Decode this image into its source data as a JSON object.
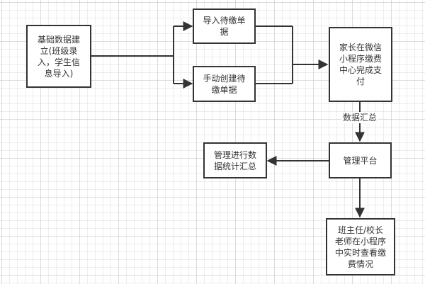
{
  "diagram": {
    "type": "flowchart",
    "nodes": [
      {
        "id": "base_data",
        "label": "基础数据建立(班级录入，学生信息导入)"
      },
      {
        "id": "import_bills",
        "label": "导入待缴单据"
      },
      {
        "id": "manual_bills",
        "label": "手动创建待缴单据"
      },
      {
        "id": "parent_pay",
        "label": "家长在微信小程序缴费中心完成支付"
      },
      {
        "id": "mgmt_platform",
        "label": "管理平台"
      },
      {
        "id": "mgmt_stats",
        "label": "管理进行数据统计汇总"
      },
      {
        "id": "teacher_view",
        "label": "班主任/校长老师在小程序中实时查看缴费情况"
      }
    ],
    "edges": [
      {
        "from": "base_data",
        "to": "import_bills",
        "label": ""
      },
      {
        "from": "base_data",
        "to": "manual_bills",
        "label": ""
      },
      {
        "from": "import_bills",
        "to": "parent_pay",
        "label": ""
      },
      {
        "from": "manual_bills",
        "to": "parent_pay",
        "label": ""
      },
      {
        "from": "parent_pay",
        "to": "mgmt_platform",
        "label": "数据汇总"
      },
      {
        "from": "mgmt_platform",
        "to": "mgmt_stats",
        "label": ""
      },
      {
        "from": "mgmt_platform",
        "to": "teacher_view",
        "label": ""
      }
    ],
    "edge_labels": {
      "data_summary": "数据汇总"
    },
    "colors": {
      "stroke": "#333333",
      "background": "#ffffff",
      "grid": "#e1e1e1"
    }
  }
}
